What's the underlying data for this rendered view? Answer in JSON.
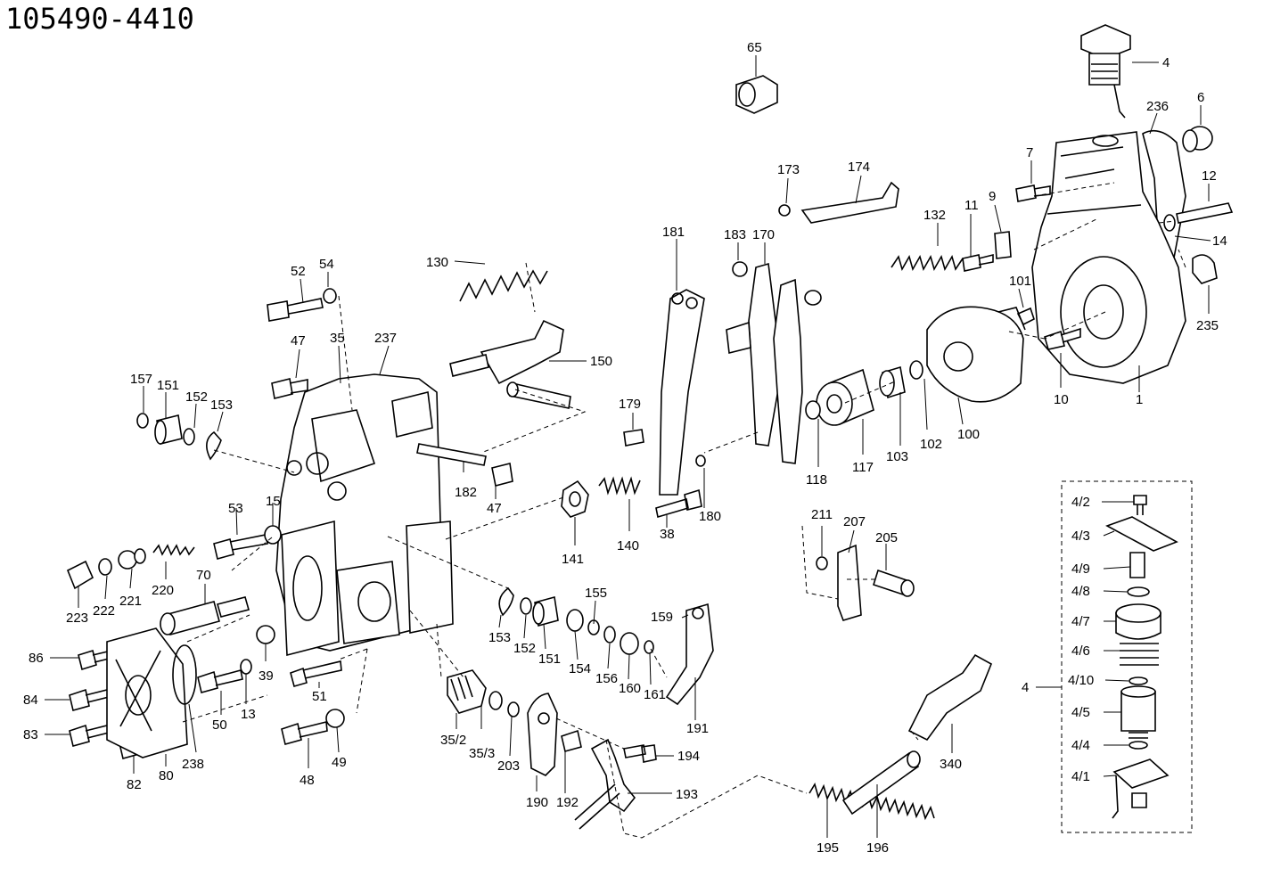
{
  "title": "105490-4410",
  "labels": [
    {
      "id": "l65",
      "text": "65"
    },
    {
      "id": "l4",
      "text": "4"
    },
    {
      "id": "l236",
      "text": "236"
    },
    {
      "id": "l6",
      "text": "6"
    },
    {
      "id": "l173",
      "text": "173"
    },
    {
      "id": "l174",
      "text": "174"
    },
    {
      "id": "l7",
      "text": "7"
    },
    {
      "id": "l9",
      "text": "9"
    },
    {
      "id": "l11",
      "text": "11"
    },
    {
      "id": "l132",
      "text": "132"
    },
    {
      "id": "l12",
      "text": "12"
    },
    {
      "id": "l14",
      "text": "14"
    },
    {
      "id": "l181",
      "text": "181"
    },
    {
      "id": "l183",
      "text": "183"
    },
    {
      "id": "l170",
      "text": "170"
    },
    {
      "id": "l130",
      "text": "130"
    },
    {
      "id": "l52",
      "text": "52"
    },
    {
      "id": "l54",
      "text": "54"
    },
    {
      "id": "l101",
      "text": "101"
    },
    {
      "id": "l235",
      "text": "235"
    },
    {
      "id": "l47a",
      "text": "47"
    },
    {
      "id": "l35",
      "text": "35"
    },
    {
      "id": "l237",
      "text": "237"
    },
    {
      "id": "l150",
      "text": "150"
    },
    {
      "id": "l10",
      "text": "10"
    },
    {
      "id": "l1",
      "text": "1"
    },
    {
      "id": "l157",
      "text": "157"
    },
    {
      "id": "l151a",
      "text": "151"
    },
    {
      "id": "l152a",
      "text": "152"
    },
    {
      "id": "l153a",
      "text": "153"
    },
    {
      "id": "l179",
      "text": "179"
    },
    {
      "id": "l100",
      "text": "100"
    },
    {
      "id": "l102",
      "text": "102"
    },
    {
      "id": "l103",
      "text": "103"
    },
    {
      "id": "l117",
      "text": "117"
    },
    {
      "id": "l118",
      "text": "118"
    },
    {
      "id": "l182",
      "text": "182"
    },
    {
      "id": "l47b",
      "text": "47"
    },
    {
      "id": "l180",
      "text": "180"
    },
    {
      "id": "l38",
      "text": "38"
    },
    {
      "id": "l53",
      "text": "53"
    },
    {
      "id": "l15",
      "text": "15"
    },
    {
      "id": "l211",
      "text": "211"
    },
    {
      "id": "l207",
      "text": "207"
    },
    {
      "id": "l205",
      "text": "205"
    },
    {
      "id": "l4_2",
      "text": "4/2"
    },
    {
      "id": "l4_3",
      "text": "4/3"
    },
    {
      "id": "l4_9",
      "text": "4/9"
    },
    {
      "id": "l4_8",
      "text": "4/8"
    },
    {
      "id": "l4_7",
      "text": "4/7"
    },
    {
      "id": "l4_6",
      "text": "4/6"
    },
    {
      "id": "l4_10",
      "text": "4/10"
    },
    {
      "id": "l4_5",
      "text": "4/5"
    },
    {
      "id": "l4_4",
      "text": "4/4"
    },
    {
      "id": "l4_1",
      "text": "4/1"
    },
    {
      "id": "l4b",
      "text": "4"
    },
    {
      "id": "l141",
      "text": "141"
    },
    {
      "id": "l140",
      "text": "140"
    },
    {
      "id": "l220",
      "text": "220"
    },
    {
      "id": "l221",
      "text": "221"
    },
    {
      "id": "l222",
      "text": "222"
    },
    {
      "id": "l223",
      "text": "223"
    },
    {
      "id": "l70",
      "text": "70"
    },
    {
      "id": "l155",
      "text": "155"
    },
    {
      "id": "l159",
      "text": "159"
    },
    {
      "id": "l153b",
      "text": "153"
    },
    {
      "id": "l152b",
      "text": "152"
    },
    {
      "id": "l151b",
      "text": "151"
    },
    {
      "id": "l154",
      "text": "154"
    },
    {
      "id": "l156",
      "text": "156"
    },
    {
      "id": "l160",
      "text": "160"
    },
    {
      "id": "l161",
      "text": "161"
    },
    {
      "id": "l191",
      "text": "191"
    },
    {
      "id": "l86",
      "text": "86"
    },
    {
      "id": "l84",
      "text": "84"
    },
    {
      "id": "l83",
      "text": "83"
    },
    {
      "id": "l82",
      "text": "82"
    },
    {
      "id": "l80",
      "text": "80"
    },
    {
      "id": "l238",
      "text": "238"
    },
    {
      "id": "l50",
      "text": "50"
    },
    {
      "id": "l13",
      "text": "13"
    },
    {
      "id": "l39",
      "text": "39"
    },
    {
      "id": "l51",
      "text": "51"
    },
    {
      "id": "l48",
      "text": "48"
    },
    {
      "id": "l49",
      "text": "49"
    },
    {
      "id": "l35_2",
      "text": "35/2"
    },
    {
      "id": "l35_3",
      "text": "35/3"
    },
    {
      "id": "l203",
      "text": "203"
    },
    {
      "id": "l190",
      "text": "190"
    },
    {
      "id": "l192",
      "text": "192"
    },
    {
      "id": "l194",
      "text": "194"
    },
    {
      "id": "l193",
      "text": "193"
    },
    {
      "id": "l340",
      "text": "340"
    },
    {
      "id": "l195",
      "text": "195"
    },
    {
      "id": "l196",
      "text": "196"
    }
  ]
}
